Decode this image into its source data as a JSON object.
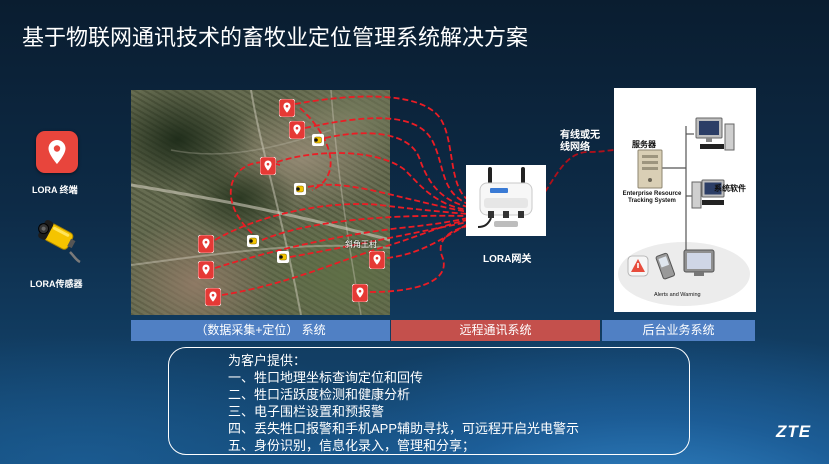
{
  "slide": {
    "title": "基于物联网通讯技术的畜牧业定位管理系统解决方案",
    "logo_text": "ZTE"
  },
  "devices": {
    "terminal": {
      "label": "LORA 终端",
      "icon": "map-pin-icon",
      "color": "#e8453c"
    },
    "sensor": {
      "label": "LORA传感器",
      "icon": "sensor-icon"
    }
  },
  "map": {
    "place_label": "斜角王村"
  },
  "gateway": {
    "label": "LORA网关",
    "icon": "gateway-device-icon"
  },
  "network": {
    "label": "有线或无线网络"
  },
  "backend": {
    "server_label": "服务器",
    "system_name": "Enterprise Resource Tracking System",
    "software_label": "系统软件",
    "alerts_label": "Alerts and Warning"
  },
  "stages": [
    {
      "label": "（数据采集+定位） 系统",
      "color": "#5080c4"
    },
    {
      "label": "远程通讯系统",
      "color": "#c4504c"
    },
    {
      "label": "后台业务系统",
      "color": "#5080c4"
    }
  ],
  "offer": {
    "heading": "为客户提供：",
    "items": [
      "一、牲口地理坐标查询定位和回传",
      "二、牲口活跃度检测和健康分析",
      "三、电子围栏设置和预报警",
      "四、丢失牲口报警和手机APP辅助寻找，可远程开启光电警示",
      "五、身份识别，信息化录入，管理和分享；"
    ]
  }
}
